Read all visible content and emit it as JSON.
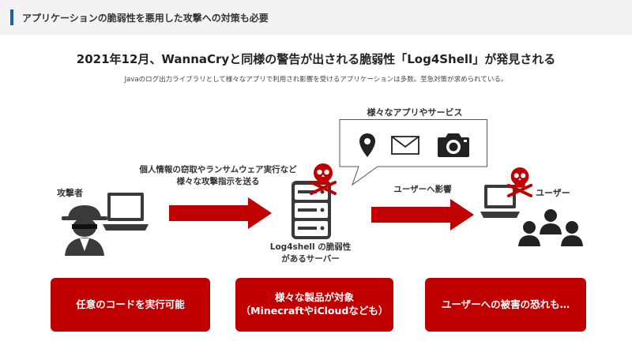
{
  "colors": {
    "accent": "#1f5fa8",
    "brand_red": "#c00000",
    "dark_icon": "#3a3a3a"
  },
  "header": {
    "section_title": "アプリケーションの脆弱性を悪用した攻撃への対策も必要"
  },
  "main": {
    "headline": "2021年12月、WannaCryと同様の警告が出される脆弱性「Log4Shell」が発見される",
    "subline": "Javaのログ出力ライブラリとして様々なアプリで利用され影響を受けるアプリケーションは多数。至急対策が求められている。"
  },
  "diagram": {
    "attacker_label": "攻撃者",
    "attack_instruction_line1": "個人情報の窃取やランサムウェア実行など",
    "attack_instruction_line2": "様々な攻撃指示を送る",
    "server_label_line1": "Log4shell の脆弱性",
    "server_label_line2": "があるサーバー",
    "apps_label": "様々なアプリやサービス",
    "apps_icons": [
      "map-pin-icon",
      "mail-icon",
      "camera-icon"
    ],
    "impact_label": "ユーザーへ影響",
    "users_label": "ユーザー"
  },
  "boxes": [
    {
      "line1": "任意のコードを実行可能",
      "line2": ""
    },
    {
      "line1": "様々な製品が対象",
      "line2": "（MinecraftやiCloudなども）"
    },
    {
      "line1": "ユーザーへの被害の恐れも…",
      "line2": ""
    }
  ]
}
